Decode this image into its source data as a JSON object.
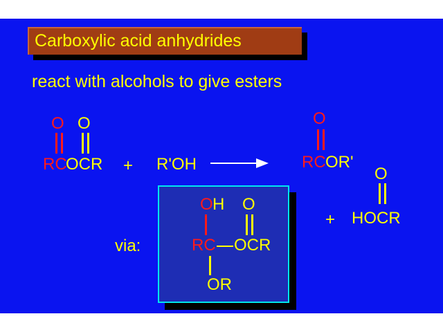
{
  "slide": {
    "title": "Carboxylic acid anhydrides",
    "subtitle": "react with alcohols to give esters",
    "reactant_anhydride": {
      "o1": "O",
      "o2": "O",
      "rc": "RC",
      "ocr": "OCR"
    },
    "plus1": "+",
    "alcohol": "R'OH",
    "product_ester": {
      "o": "O",
      "rc": "RC",
      "or": "OR'"
    },
    "product_acid": {
      "o": "O",
      "plus": "+",
      "hocr": "HOCR"
    },
    "via_label": "via:",
    "intermediate": {
      "o_part": "O",
      "h_part": "H",
      "o2": "O",
      "rc": "RC",
      "ocr": "OCR",
      "or": "OR"
    }
  },
  "colors": {
    "background": "#0a14f0",
    "text": "#ffff00",
    "oxygen_carbon_highlight": "#ff1a1a",
    "title_box": "#a03c14",
    "box_border": "#00e6f0"
  }
}
